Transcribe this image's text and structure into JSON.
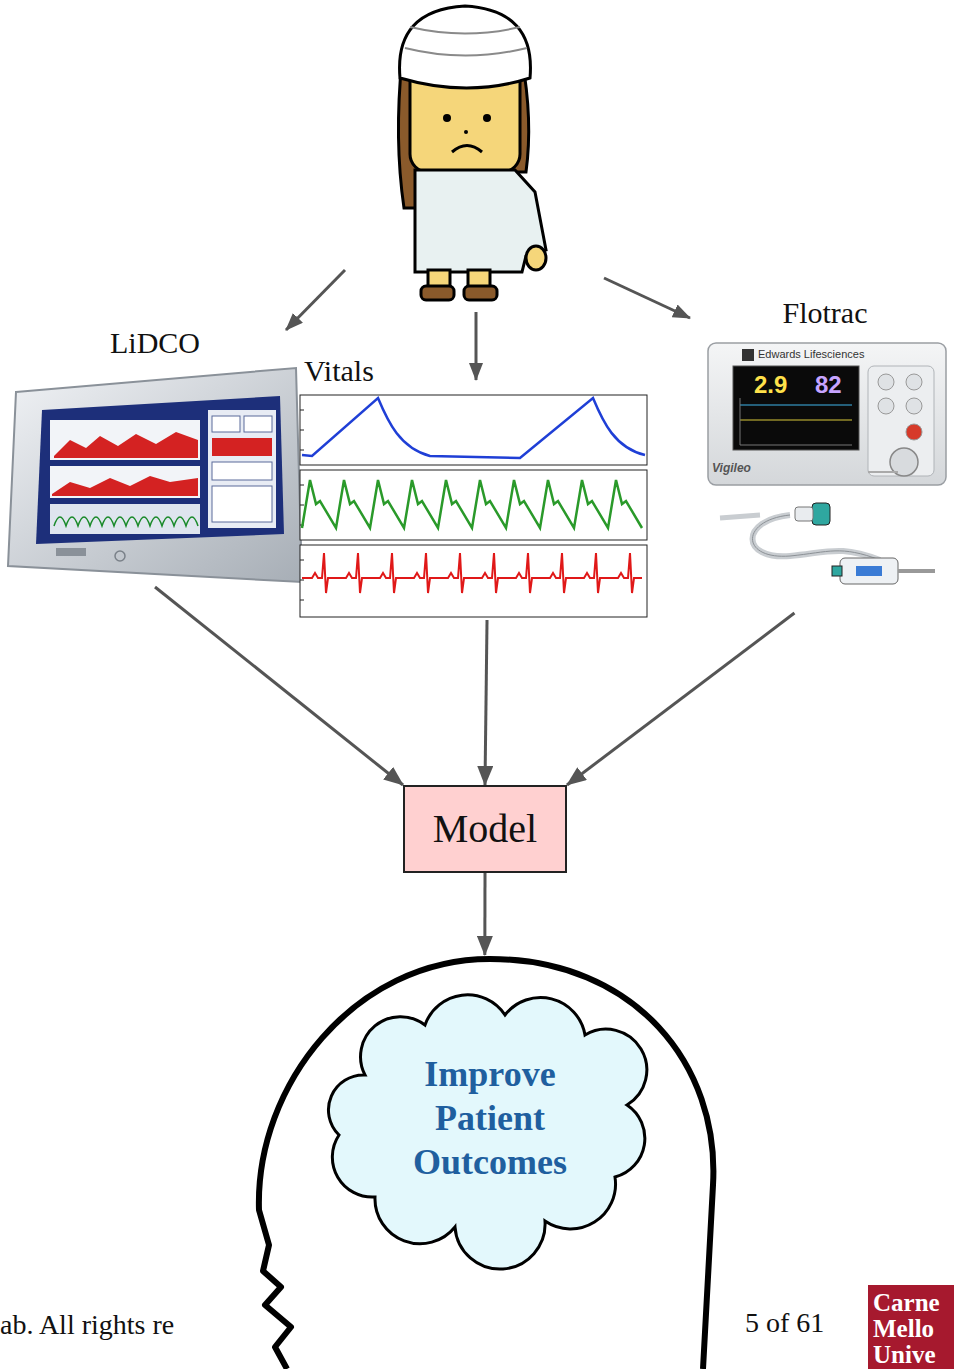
{
  "diagram": {
    "nodes": [
      {
        "text": [
          "LiDCO"
        ]
      },
      {
        "text": [
          "Vitals"
        ]
      },
      {
        "text": [
          "Flotrac"
        ]
      },
      {
        "text": [
          "Model"
        ]
      },
      {
        "text": [
          "Improve Patient Outcomes"
        ]
      }
    ],
    "edges": [
      {
        "from": 0,
        "to": 3,
        "arrow": "to"
      },
      {
        "from": 1,
        "to": 3,
        "arrow": "to"
      },
      {
        "from": 2,
        "to": 3,
        "arrow": "to"
      },
      {
        "from": 3,
        "to": 4,
        "arrow": "to"
      }
    ],
    "labels": [
      "2.9",
      "82",
      "Edwards Lifesciences",
      "Vigileo",
      "ab. All rights re",
      "5 of 61",
      "Carne",
      "Mello",
      "Unive"
    ]
  }
}
